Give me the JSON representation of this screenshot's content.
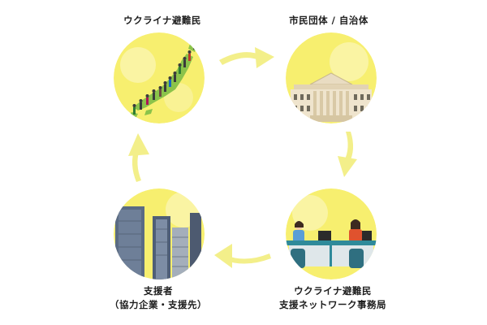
{
  "nodes": {
    "refugees": {
      "label": "ウクライナ避難民"
    },
    "municipality": {
      "label": "市民団体 / 自治体"
    },
    "network": {
      "label_line1": "ウクライナ避難民",
      "label_line2": "支援ネットワーク事務局"
    },
    "supporters": {
      "label_line1": "支援者",
      "label_line2": "（協力企業・支援先）"
    }
  },
  "colors": {
    "circle": "#f7ef6f",
    "circle_light": "#fbf6b9",
    "arrow": "#f3ef8a",
    "japan_land": "#8bc34a",
    "building": "#e9dcc2",
    "skyscraper": "#5a6b84",
    "desk": "#2f8a9a",
    "person_shirt": "#e0522e"
  }
}
